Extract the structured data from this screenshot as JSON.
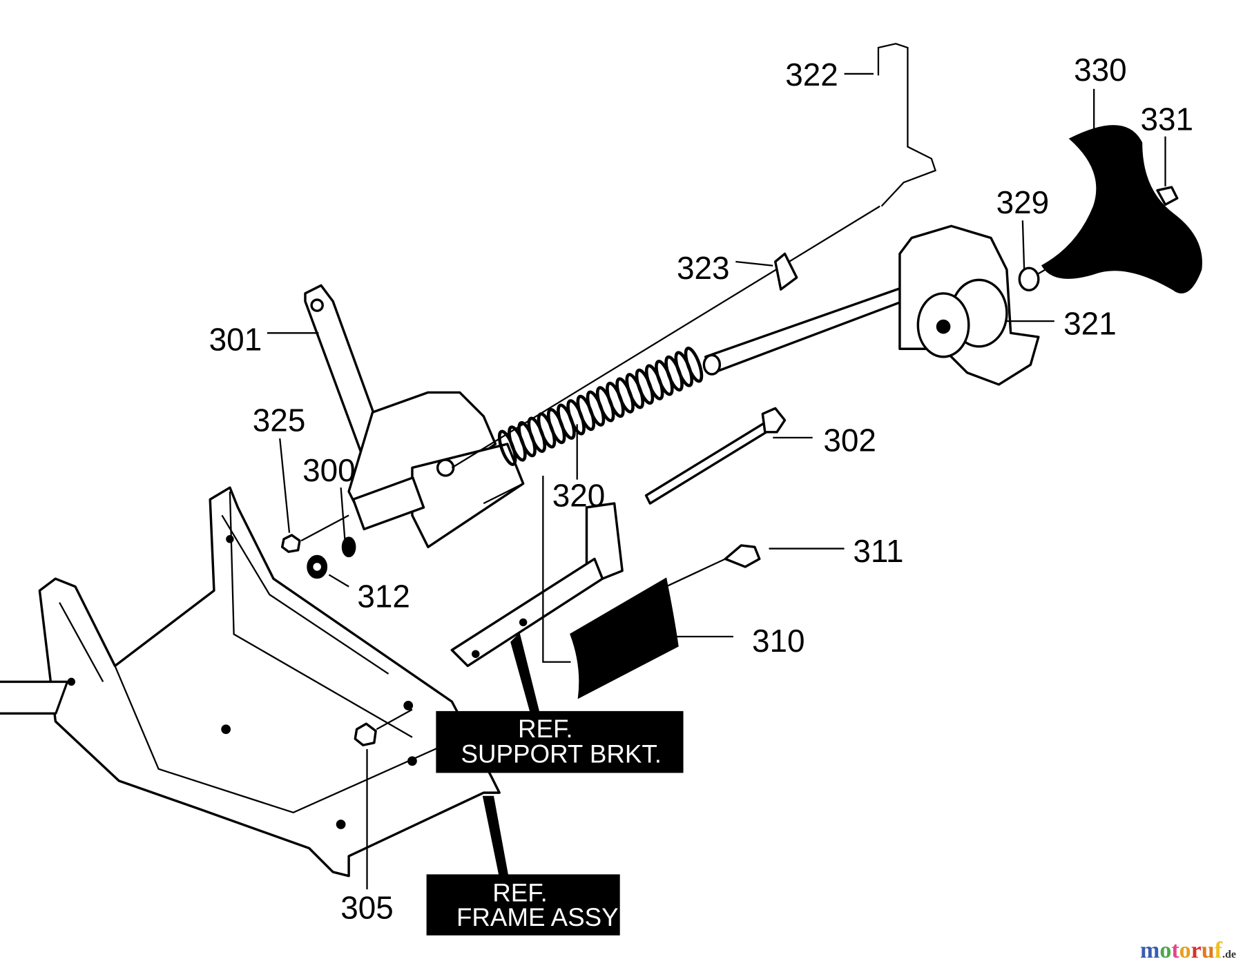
{
  "callouts": [
    "300",
    "301",
    "302",
    "305",
    "310",
    "311",
    "312",
    "320",
    "321",
    "322",
    "323",
    "325",
    "329",
    "330",
    "331"
  ],
  "ref_boxes": {
    "support": {
      "line1": "REF.",
      "line2": "SUPPORT BRKT."
    },
    "frame": {
      "line1": "REF.",
      "line2": "FRAME ASSY"
    }
  },
  "watermark": {
    "name": "motoruf",
    "tld": ".de",
    "letters": [
      "m",
      "o",
      "t",
      "o",
      "r",
      "u",
      "f"
    ],
    "colors": [
      "#3b5db0",
      "#4aa84a",
      "#e04a8a",
      "#e5a020",
      "#d83030",
      "#e07a20",
      "#f0c020"
    ]
  }
}
